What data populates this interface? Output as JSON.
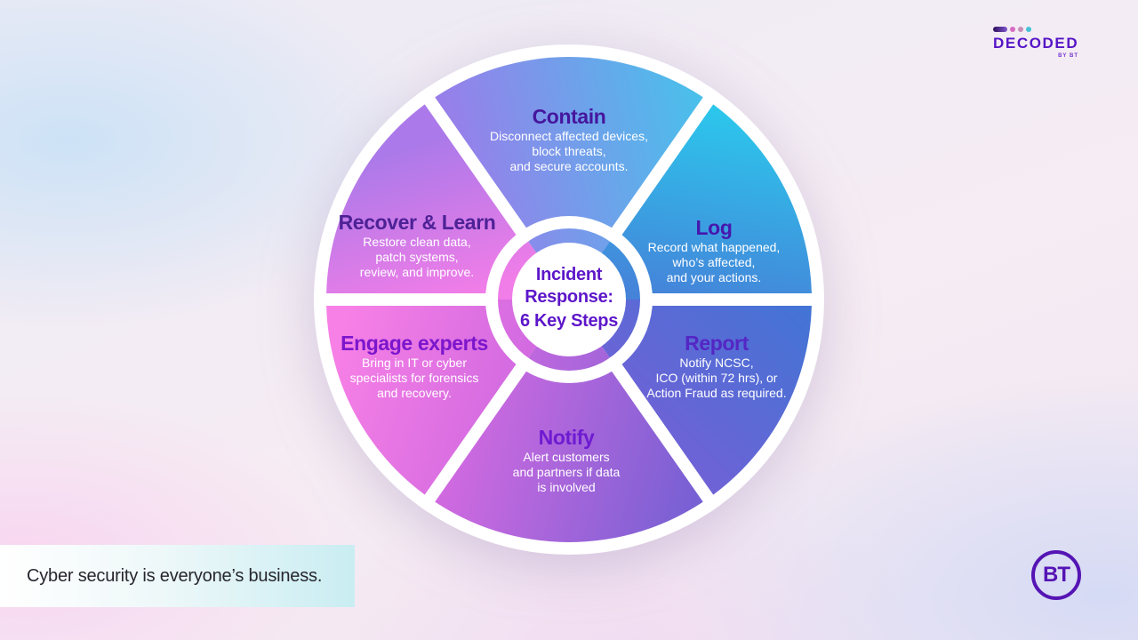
{
  "header_logo": {
    "title": "DECODED",
    "subtitle": "BY BT",
    "title_color": "#5615c6",
    "pill_colors": [
      "#2c0f5e",
      "#8055cc"
    ],
    "dot_colors": [
      "#d76bc3",
      "#c890b8",
      "#45c2d5"
    ]
  },
  "wheel": {
    "center": {
      "lines": [
        "Incident",
        "Response:",
        "6 Key Steps"
      ],
      "color": "#5d16c9"
    },
    "segments": [
      {
        "id": "contain",
        "title": "Contain",
        "title_color": "#45169d",
        "lines": [
          "Disconnect affected devices,",
          "block threats,",
          "and secure accounts."
        ],
        "gradient": {
          "from": "#9d7aea",
          "to": "#47c2eb"
        }
      },
      {
        "id": "log",
        "title": "Log",
        "title_color": "#4617ae",
        "lines": [
          "Record what happened,",
          "who’s affected,",
          "and your actions."
        ],
        "gradient": {
          "from": "#2bc9ec",
          "to": "#4583d9"
        }
      },
      {
        "id": "report",
        "title": "Report",
        "title_color": "#5426c4",
        "lines": [
          "Notify NCSC,",
          "ICO (within 72 hrs), or",
          "Action Fraud as required."
        ],
        "gradient": {
          "from": "#4374d5",
          "to": "#7b5dd6"
        }
      },
      {
        "id": "notify",
        "title": "Notify",
        "title_color": "#6e1bd1",
        "lines": [
          "Alert customers",
          "and partners if data",
          "is involved"
        ],
        "gradient": {
          "from": "#d66ae1",
          "to": "#7560d3"
        }
      },
      {
        "id": "engage",
        "title": "Engage experts",
        "title_color": "#7b16cc",
        "lines": [
          "Bring in IT or cyber",
          "specialists for forensics",
          "and recovery."
        ],
        "gradient": {
          "from": "#f780e6",
          "to": "#cf68e0"
        }
      },
      {
        "id": "recover",
        "title": "Recover & Learn",
        "title_color": "#4d2296",
        "lines": [
          "Restore clean data,",
          "patch systems,",
          "review, and improve."
        ],
        "gradient": {
          "from": "#ab79e9",
          "to": "#f07de8"
        }
      }
    ]
  },
  "footer": {
    "caption": "Cyber security is everyone’s business."
  },
  "bt_logo": {
    "text": "BT",
    "color": "#5514b4"
  }
}
